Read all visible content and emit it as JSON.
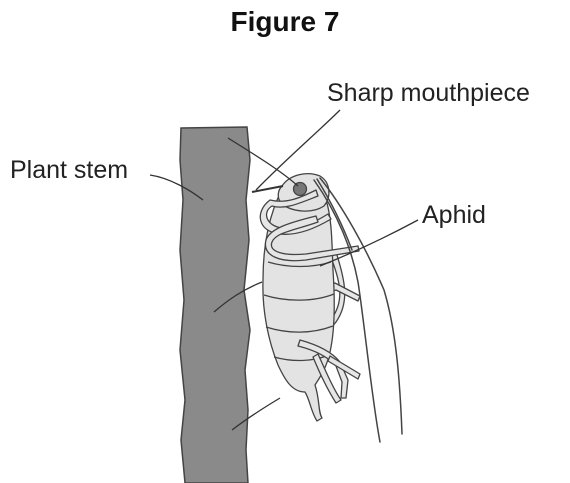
{
  "figure": {
    "title": "Figure 7",
    "labels": {
      "mouthpiece": "Sharp mouthpiece",
      "stem": "Plant stem",
      "aphid": "Aphid"
    }
  }
}
